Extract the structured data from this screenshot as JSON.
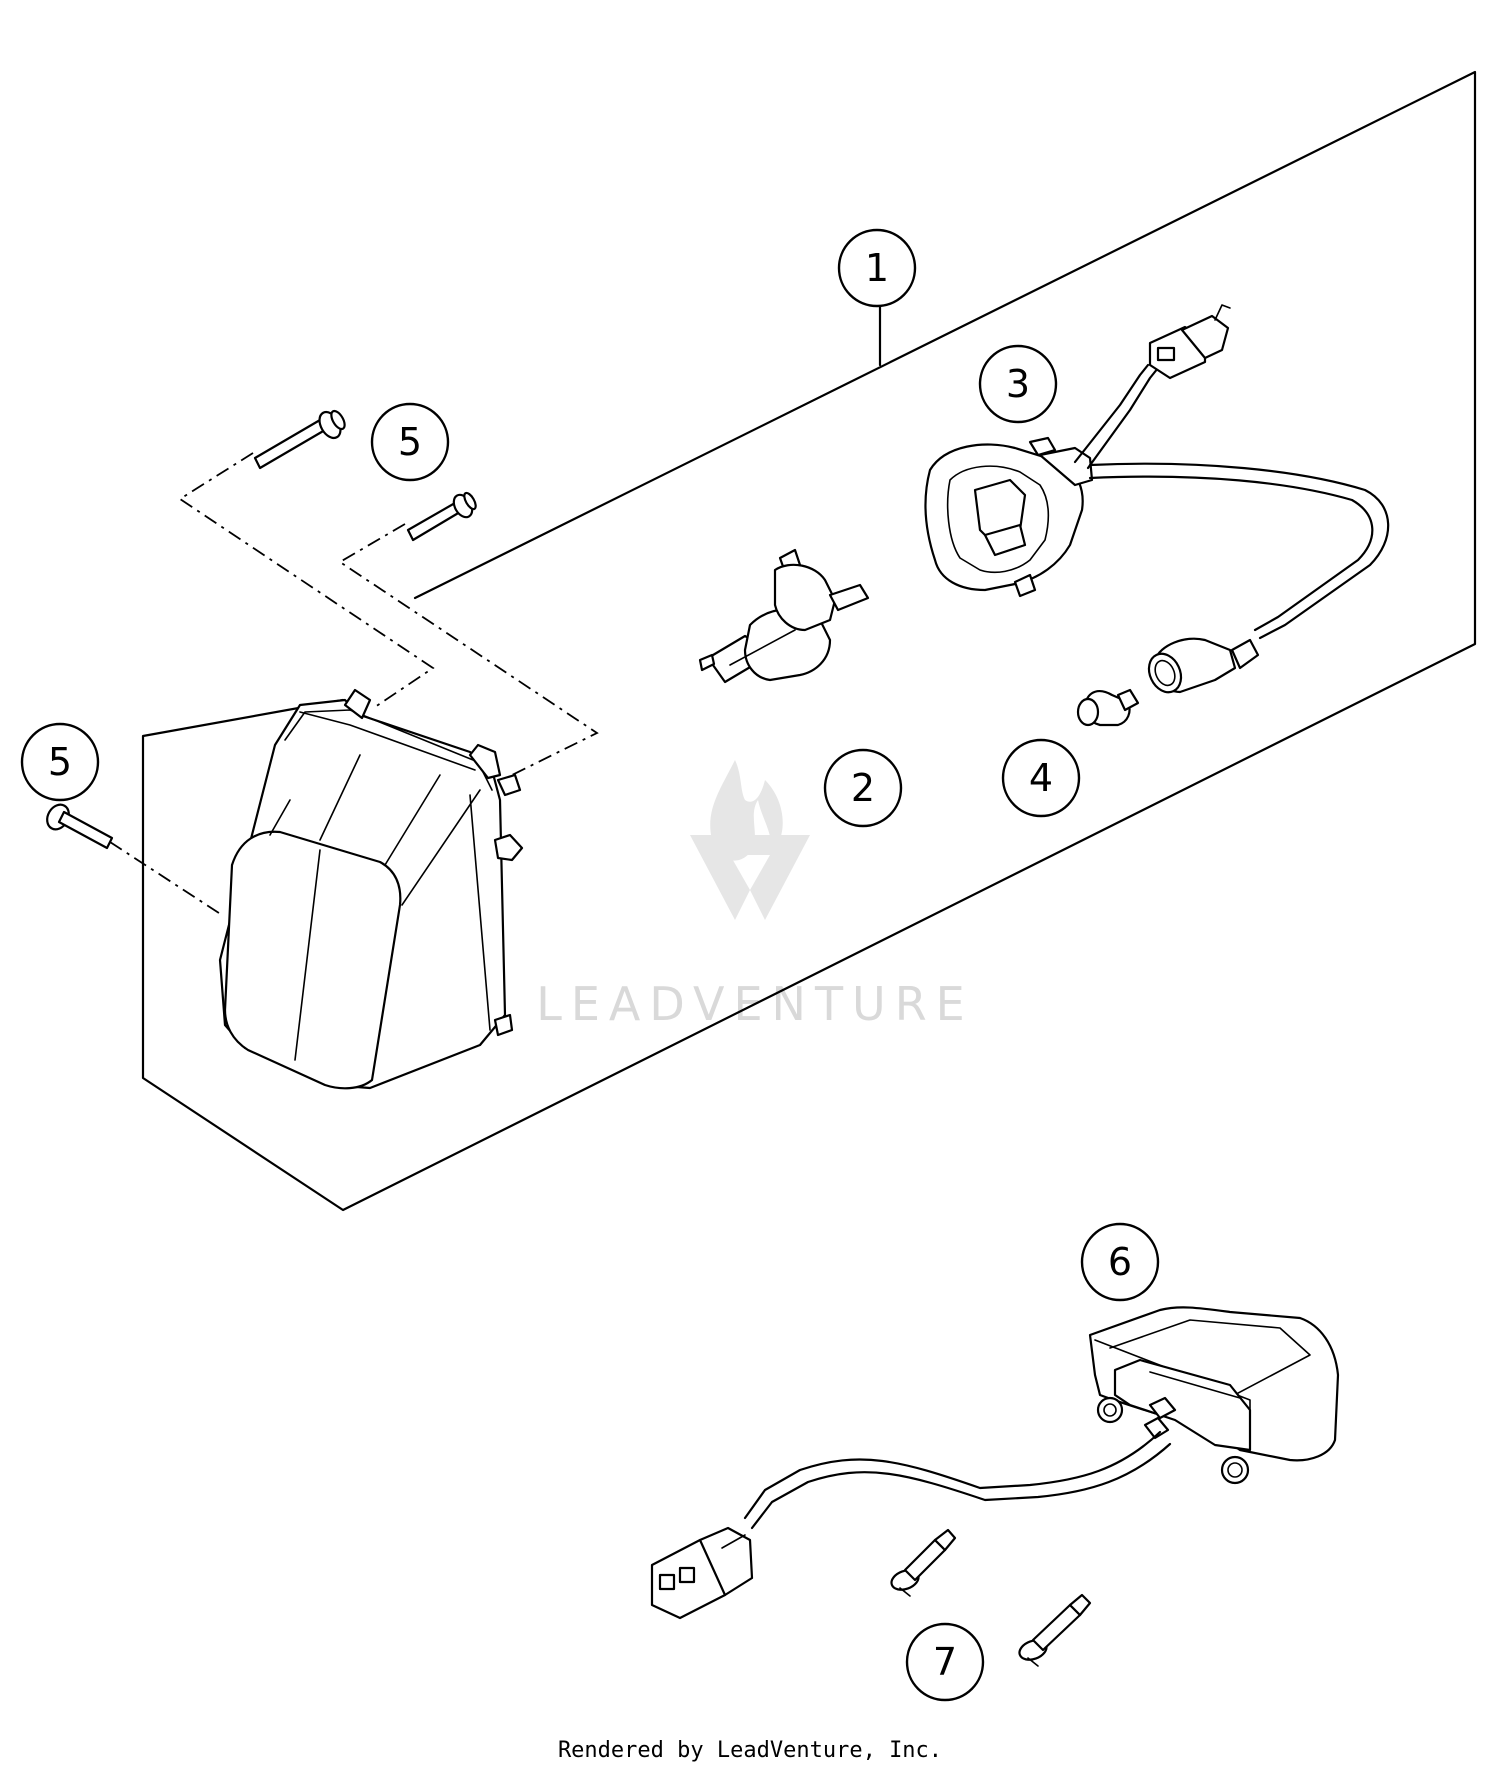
{
  "callouts": [
    {
      "id": "c1",
      "label": "1"
    },
    {
      "id": "c2",
      "label": "2"
    },
    {
      "id": "c3",
      "label": "3"
    },
    {
      "id": "c4",
      "label": "4"
    },
    {
      "id": "c5a",
      "label": "5"
    },
    {
      "id": "c5b",
      "label": "5"
    },
    {
      "id": "c6",
      "label": "6"
    },
    {
      "id": "c7",
      "label": "7"
    }
  ],
  "watermark": {
    "text": "LEADVENTURE"
  },
  "footer": {
    "text": "Rendered by LeadVenture, Inc."
  },
  "colors": {
    "line": "#000000",
    "watermark": "#d9d9d9",
    "background": "#ffffff"
  }
}
